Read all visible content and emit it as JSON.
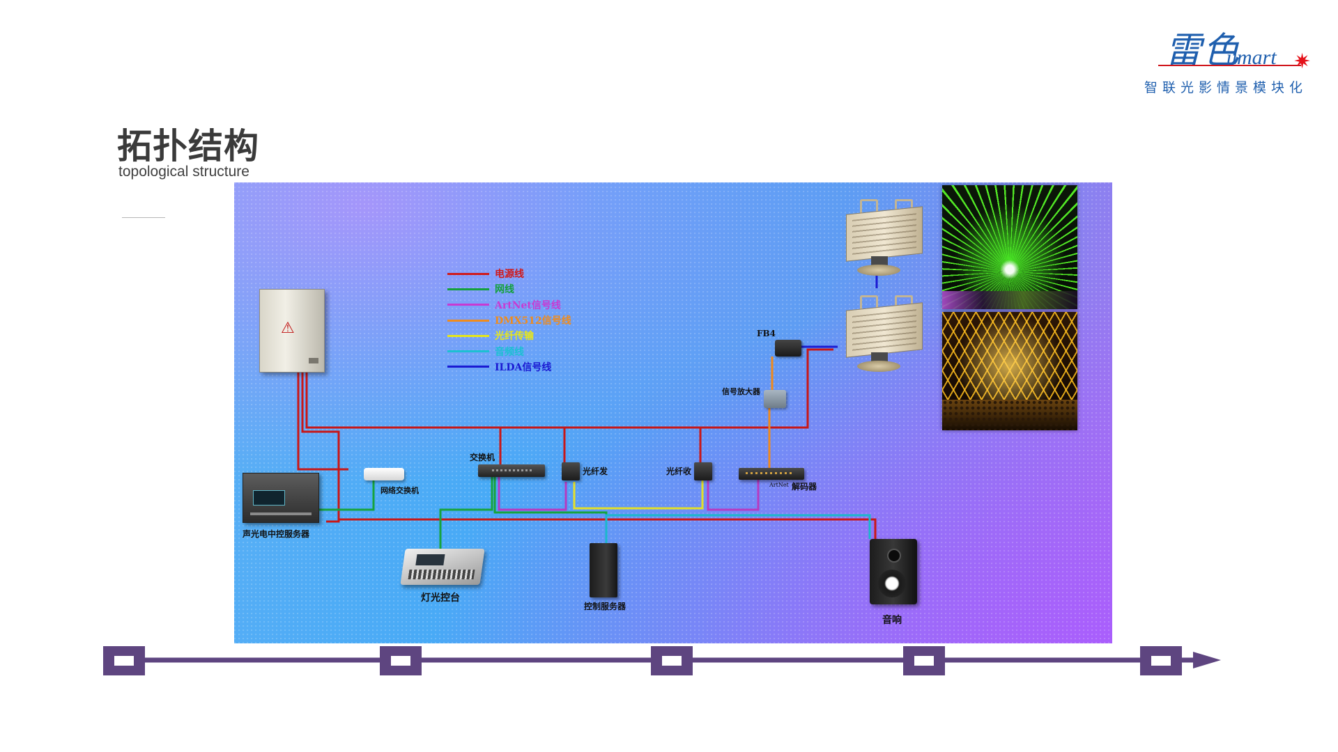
{
  "logo": {
    "chars": "雷色",
    "latin": "umart",
    "tagline": "智联光影情景模块化"
  },
  "heading": {
    "title_cn": "拓扑结构",
    "title_en": "topological structure"
  },
  "legend": [
    {
      "label": "电源线",
      "color": "#d01a1a"
    },
    {
      "label": "网线",
      "color": "#14a03c"
    },
    {
      "label": "ArtNet信号线",
      "color": "#c83ad2"
    },
    {
      "label": "DMX512信号线",
      "color": "#f08c1c"
    },
    {
      "label": "光纤传输",
      "color": "#e6e61a"
    },
    {
      "label": "音频线",
      "color": "#1cc0d2"
    },
    {
      "label": "ILDA信号线",
      "color": "#1a1ad2"
    }
  ],
  "devices": {
    "fb4": "FB4",
    "amplifier": "信号放大器",
    "router": "网络交换机",
    "switch": "交换机",
    "fiber_tx": "光纤发",
    "fiber_rx": "光纤收",
    "decoder_prefix": "ArtNet",
    "decoder": "解码器",
    "server": "声光电中控服务器",
    "console": "灯光控台",
    "control_server": "控制服务器",
    "speaker": "音响"
  },
  "colors": {
    "timeline": "#5e4580",
    "title": "#3a3a3a"
  }
}
